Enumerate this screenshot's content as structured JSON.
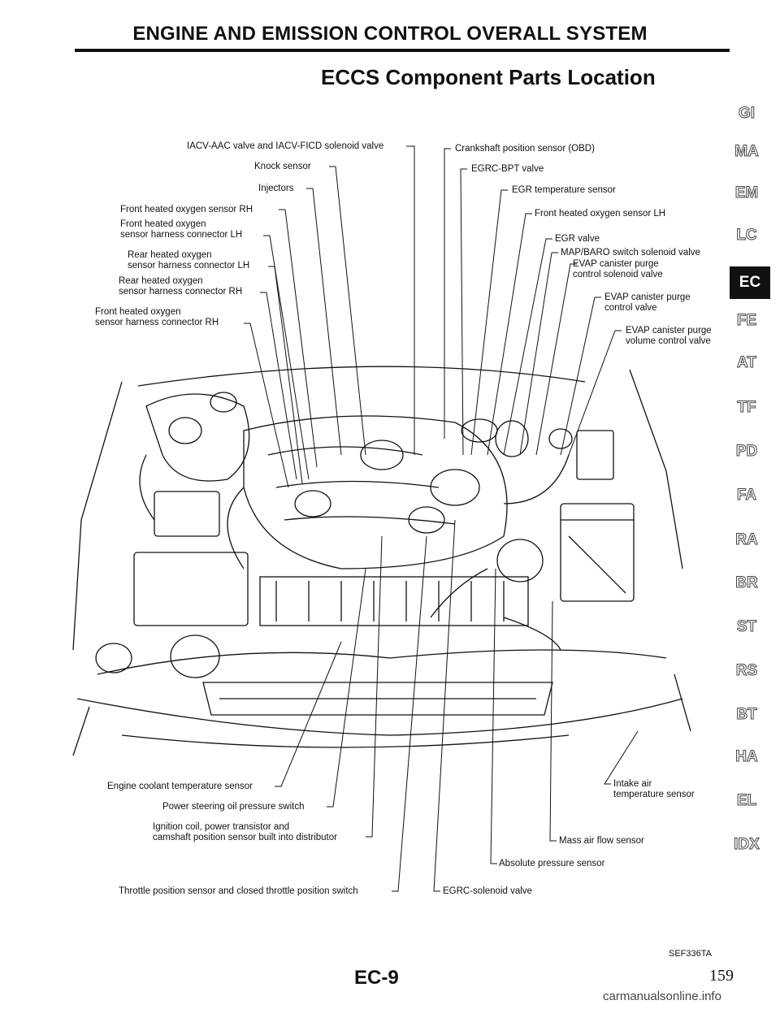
{
  "header": {
    "section_title": "ENGINE AND EMISSION CONTROL OVERALL SYSTEM",
    "page_title": "ECCS Component Parts Location"
  },
  "callouts_left": [
    "IACV-AAC valve and IACV-FICD solenoid valve",
    "Knock sensor",
    "Injectors",
    "Front heated oxygen sensor RH",
    "Front heated oxygen\nsensor harness connector LH",
    "Rear heated oxygen\nsensor harness connector LH",
    "Rear heated oxygen\nsensor harness connector RH",
    "Front heated oxygen\nsensor harness connector RH"
  ],
  "callouts_right": [
    "Crankshaft position sensor (OBD)",
    "EGRC-BPT valve",
    "EGR temperature sensor",
    "Front heated oxygen sensor LH",
    "EGR valve",
    "MAP/BARO switch solenoid valve",
    "EVAP canister purge\ncontrol solenoid valve",
    "EVAP canister purge\ncontrol valve",
    "EVAP canister purge\nvolume control valve"
  ],
  "callouts_bottom": [
    "Engine coolant temperature sensor",
    "Power steering oil pressure switch",
    "Ignition coil, power transistor and\ncamshaft position sensor built into distributor",
    "Throttle position sensor and closed throttle position switch",
    "EGRC-solenoid valve",
    "Absolute pressure sensor",
    "Mass air flow sensor",
    "Intake air\ntemperature sensor"
  ],
  "side_tabs": [
    "GI",
    "MA",
    "EM",
    "LC",
    "EC",
    "FE",
    "AT",
    "TF",
    "PD",
    "FA",
    "RA",
    "BR",
    "ST",
    "RS",
    "BT",
    "HA",
    "EL",
    "IDX"
  ],
  "active_tab": "EC",
  "figure_code": "SEF336TA",
  "page_code": "EC-9",
  "page_number": "159",
  "watermark": "carmanualsonline.info"
}
